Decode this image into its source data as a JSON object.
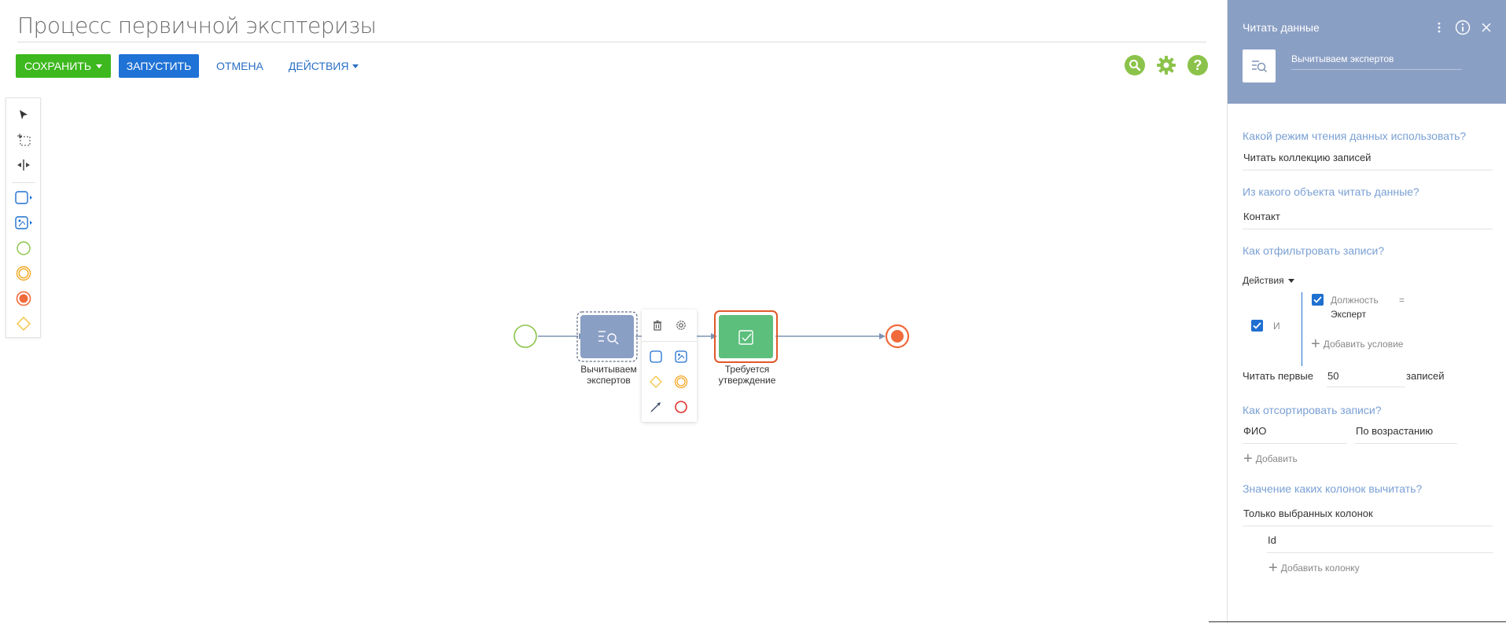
{
  "page": {
    "title": "Процесс первичной эксптеризы"
  },
  "toolbar": {
    "save": "СОХРАНИТЬ",
    "run": "ЗАПУСТИТЬ",
    "cancel": "ОТМЕНА",
    "actions": "ДЕЙСТВИЯ"
  },
  "top_icons": [
    "search-icon",
    "settings-gear-icon",
    "help-icon"
  ],
  "palette": [
    "pointer-tool",
    "lasso-select-tool",
    "space-tool",
    "task",
    "subprocess",
    "start-event",
    "intermediate-event",
    "end-event",
    "gateway"
  ],
  "diagram": {
    "nodes": [
      {
        "id": "start",
        "type": "start-event"
      },
      {
        "id": "read",
        "type": "read-data-task",
        "label_line1": "Вычитываем",
        "label_line2": "экспертов",
        "selected": true
      },
      {
        "id": "approve",
        "type": "user-task",
        "label_line1": "Требуется",
        "label_line2": "утверждение",
        "highlighted": true
      },
      {
        "id": "end",
        "type": "end-event"
      }
    ],
    "context_menu": [
      "delete-icon",
      "settings-icon",
      "task",
      "subprocess",
      "gateway",
      "intermediate-event",
      "connector",
      "end-event"
    ]
  },
  "panel": {
    "title": "Читать данные",
    "element_name": "Вычитываем экспертов",
    "q_mode": "Какой режим чтения данных использовать?",
    "mode_value": "Читать коллекцию записей",
    "q_object": "Из какого объекта читать данные?",
    "object_value": "Контакт",
    "q_filter": "Как отфильтровать записи?",
    "filter_actions": "Действия",
    "filter_group_op": "И",
    "filter_field": "Должность",
    "filter_operator": "=",
    "filter_value": "Эксперт",
    "add_condition": "Добавить условие",
    "read_first_label": "Читать первые",
    "read_first_value": "50",
    "records_label": "записей",
    "q_sort": "Как отсортировать записи?",
    "sort_column": "ФИО",
    "sort_direction": "По возрастанию",
    "add_sort": "Добавить",
    "q_columns": "Значение каких колонок вычитать?",
    "columns_mode": "Только выбранных колонок",
    "column_item": "Id",
    "add_column": "Добавить колонку"
  },
  "colors": {
    "save_green": "#3db81e",
    "run_blue": "#1f72d6",
    "link_blue": "#2b6fc4",
    "panel_header": "#8a9fc4",
    "question_blue": "#7aa0d4",
    "task_read": "#8a9fc4",
    "task_user": "#5cbf7c",
    "highlight_red": "#e0592a",
    "end_event": "#f06a3c",
    "start_event": "#8bc34a"
  }
}
